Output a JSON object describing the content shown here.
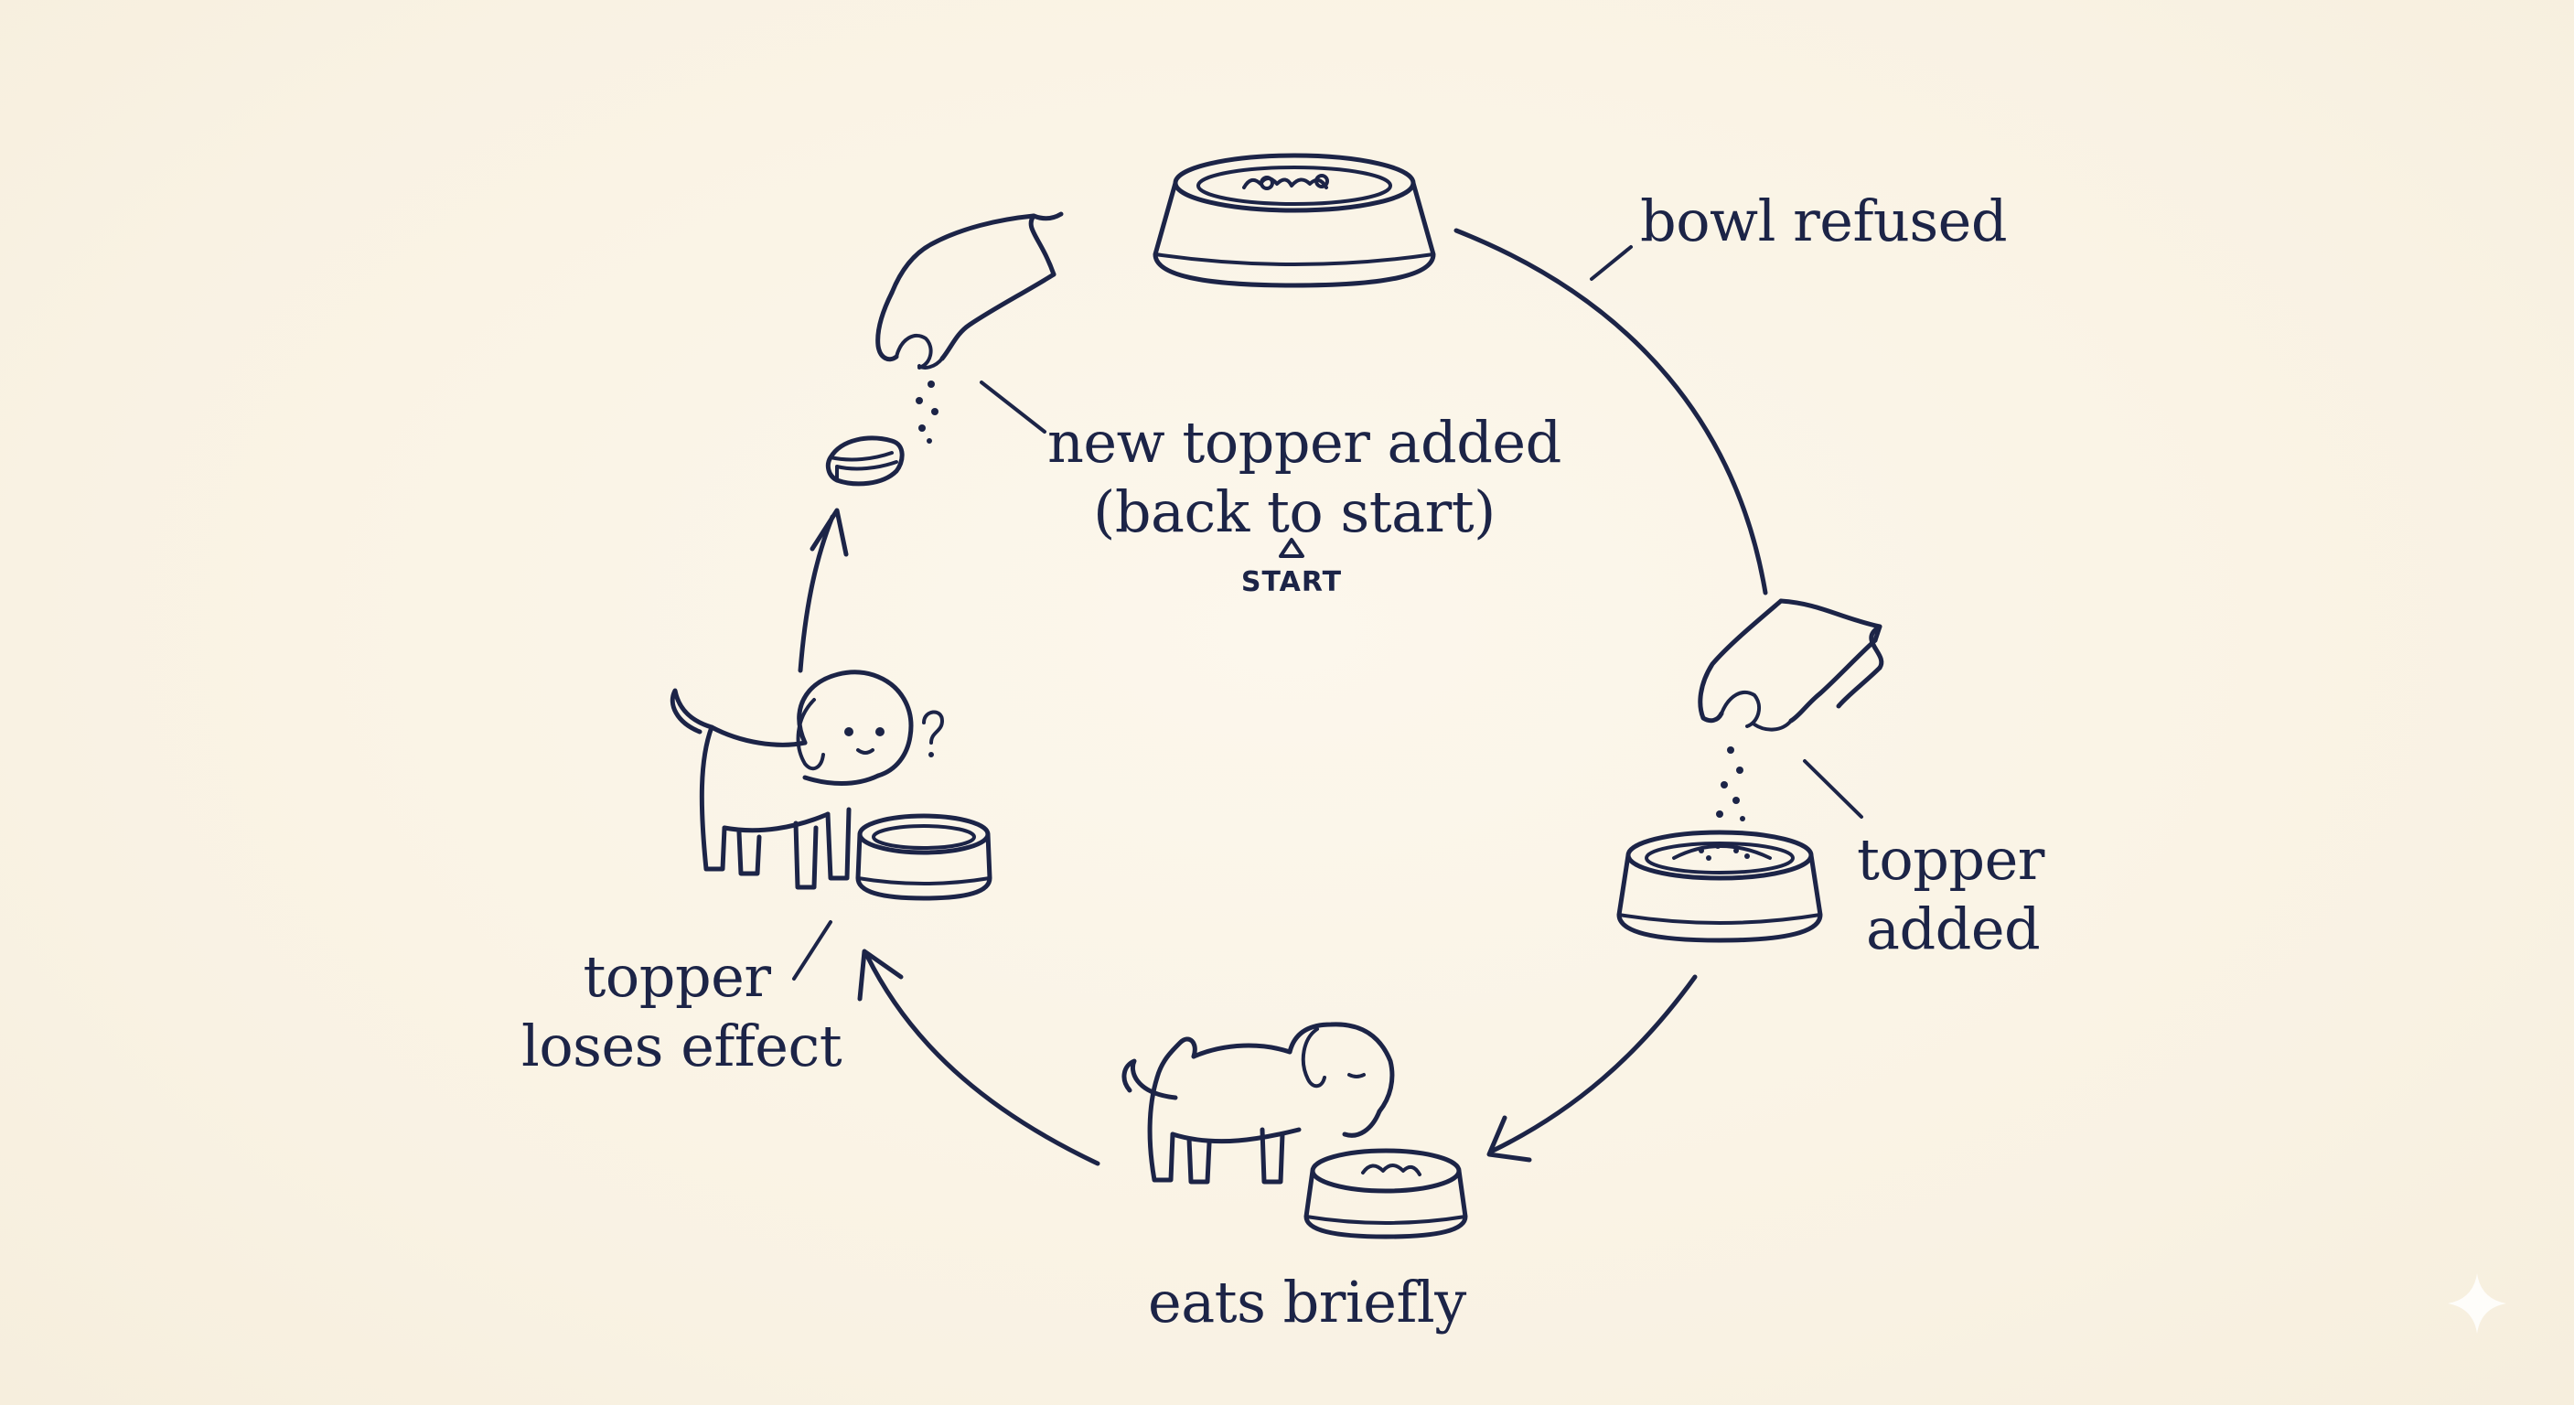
{
  "diagram": {
    "steps": {
      "bowl_refused": "bowl refused",
      "topper_added": [
        "topper",
        "added"
      ],
      "eats_briefly": "eats briefly",
      "topper_loses_effect": [
        "topper",
        "loses effect"
      ],
      "new_topper_added": [
        "new topper added",
        "(back to start)"
      ]
    },
    "start_marker": "START"
  },
  "colors": {
    "ink": "#1c2447",
    "background": "#faf4e7"
  },
  "icons": [
    "bowl-icon",
    "hand-sprinkling-icon",
    "dog-eating-icon",
    "confused-dog-icon",
    "treat-icon",
    "sparkle-icon"
  ]
}
